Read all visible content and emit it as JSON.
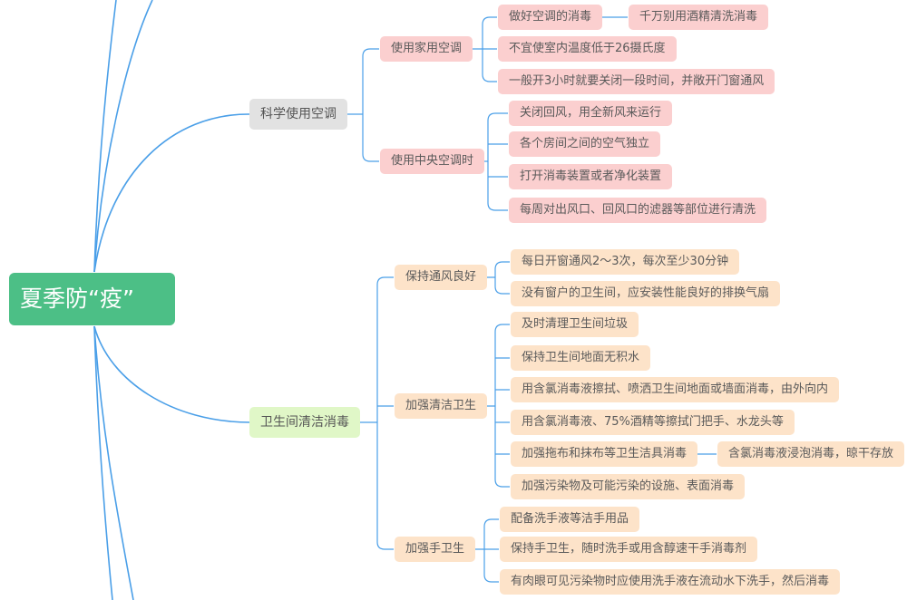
{
  "root": {
    "label": "夏季防“疫”"
  },
  "colors": {
    "line": "#4a9fe8",
    "root": "#4cbf86",
    "pink": "#fbcfcf",
    "peach": "#fde3c9",
    "gray": "#e2e2e2",
    "green": "#e0f7c7"
  },
  "branches": [
    {
      "label": "科学使用空调",
      "children": [
        {
          "label": "使用家用空调",
          "children": [
            {
              "label": "做好空调的消毒",
              "sub": "千万别用酒精清洗消毒"
            },
            {
              "label": "不宜使室内温度低于26摄氏度"
            },
            {
              "label": "一般开3小时就要关闭一段时间，并敞开门窗通风"
            }
          ]
        },
        {
          "label": "使用中央空调时",
          "children": [
            {
              "label": "关闭回风，用全新风来运行"
            },
            {
              "label": "各个房间之间的空气独立"
            },
            {
              "label": "打开消毒装置或者净化装置"
            },
            {
              "label": "每周对出风口、回风口的滤器等部位进行清洗"
            }
          ]
        }
      ]
    },
    {
      "label": "卫生间清洁消毒",
      "children": [
        {
          "label": "保持通风良好",
          "children": [
            {
              "label": "每日开窗通风2～3次，每次至少30分钟"
            },
            {
              "label": "没有窗户的卫生间，应安装性能良好的排换气扇"
            }
          ]
        },
        {
          "label": "加强清洁卫生",
          "children": [
            {
              "label": "及时清理卫生间垃圾"
            },
            {
              "label": "保持卫生间地面无积水"
            },
            {
              "label": "用含氯消毒液擦拭、喷洒卫生间地面或墙面消毒，由外向内"
            },
            {
              "label": "用含氯消毒液、75%酒精等擦拭门把手、水龙头等"
            },
            {
              "label": "加强拖布和抹布等卫生洁具消毒",
              "sub": "含氯消毒液浸泡消毒，晾干存放"
            },
            {
              "label": "加强污染物及可能污染的设施、表面消毒"
            }
          ]
        },
        {
          "label": "加强手卫生",
          "children": [
            {
              "label": "配备洗手液等洁手用品"
            },
            {
              "label": "保持手卫生，随时洗手或用含醇速干手消毒剂"
            },
            {
              "label": "有肉眼可见污染物时应使用洗手液在流动水下洗手，然后消毒"
            }
          ]
        }
      ]
    }
  ]
}
